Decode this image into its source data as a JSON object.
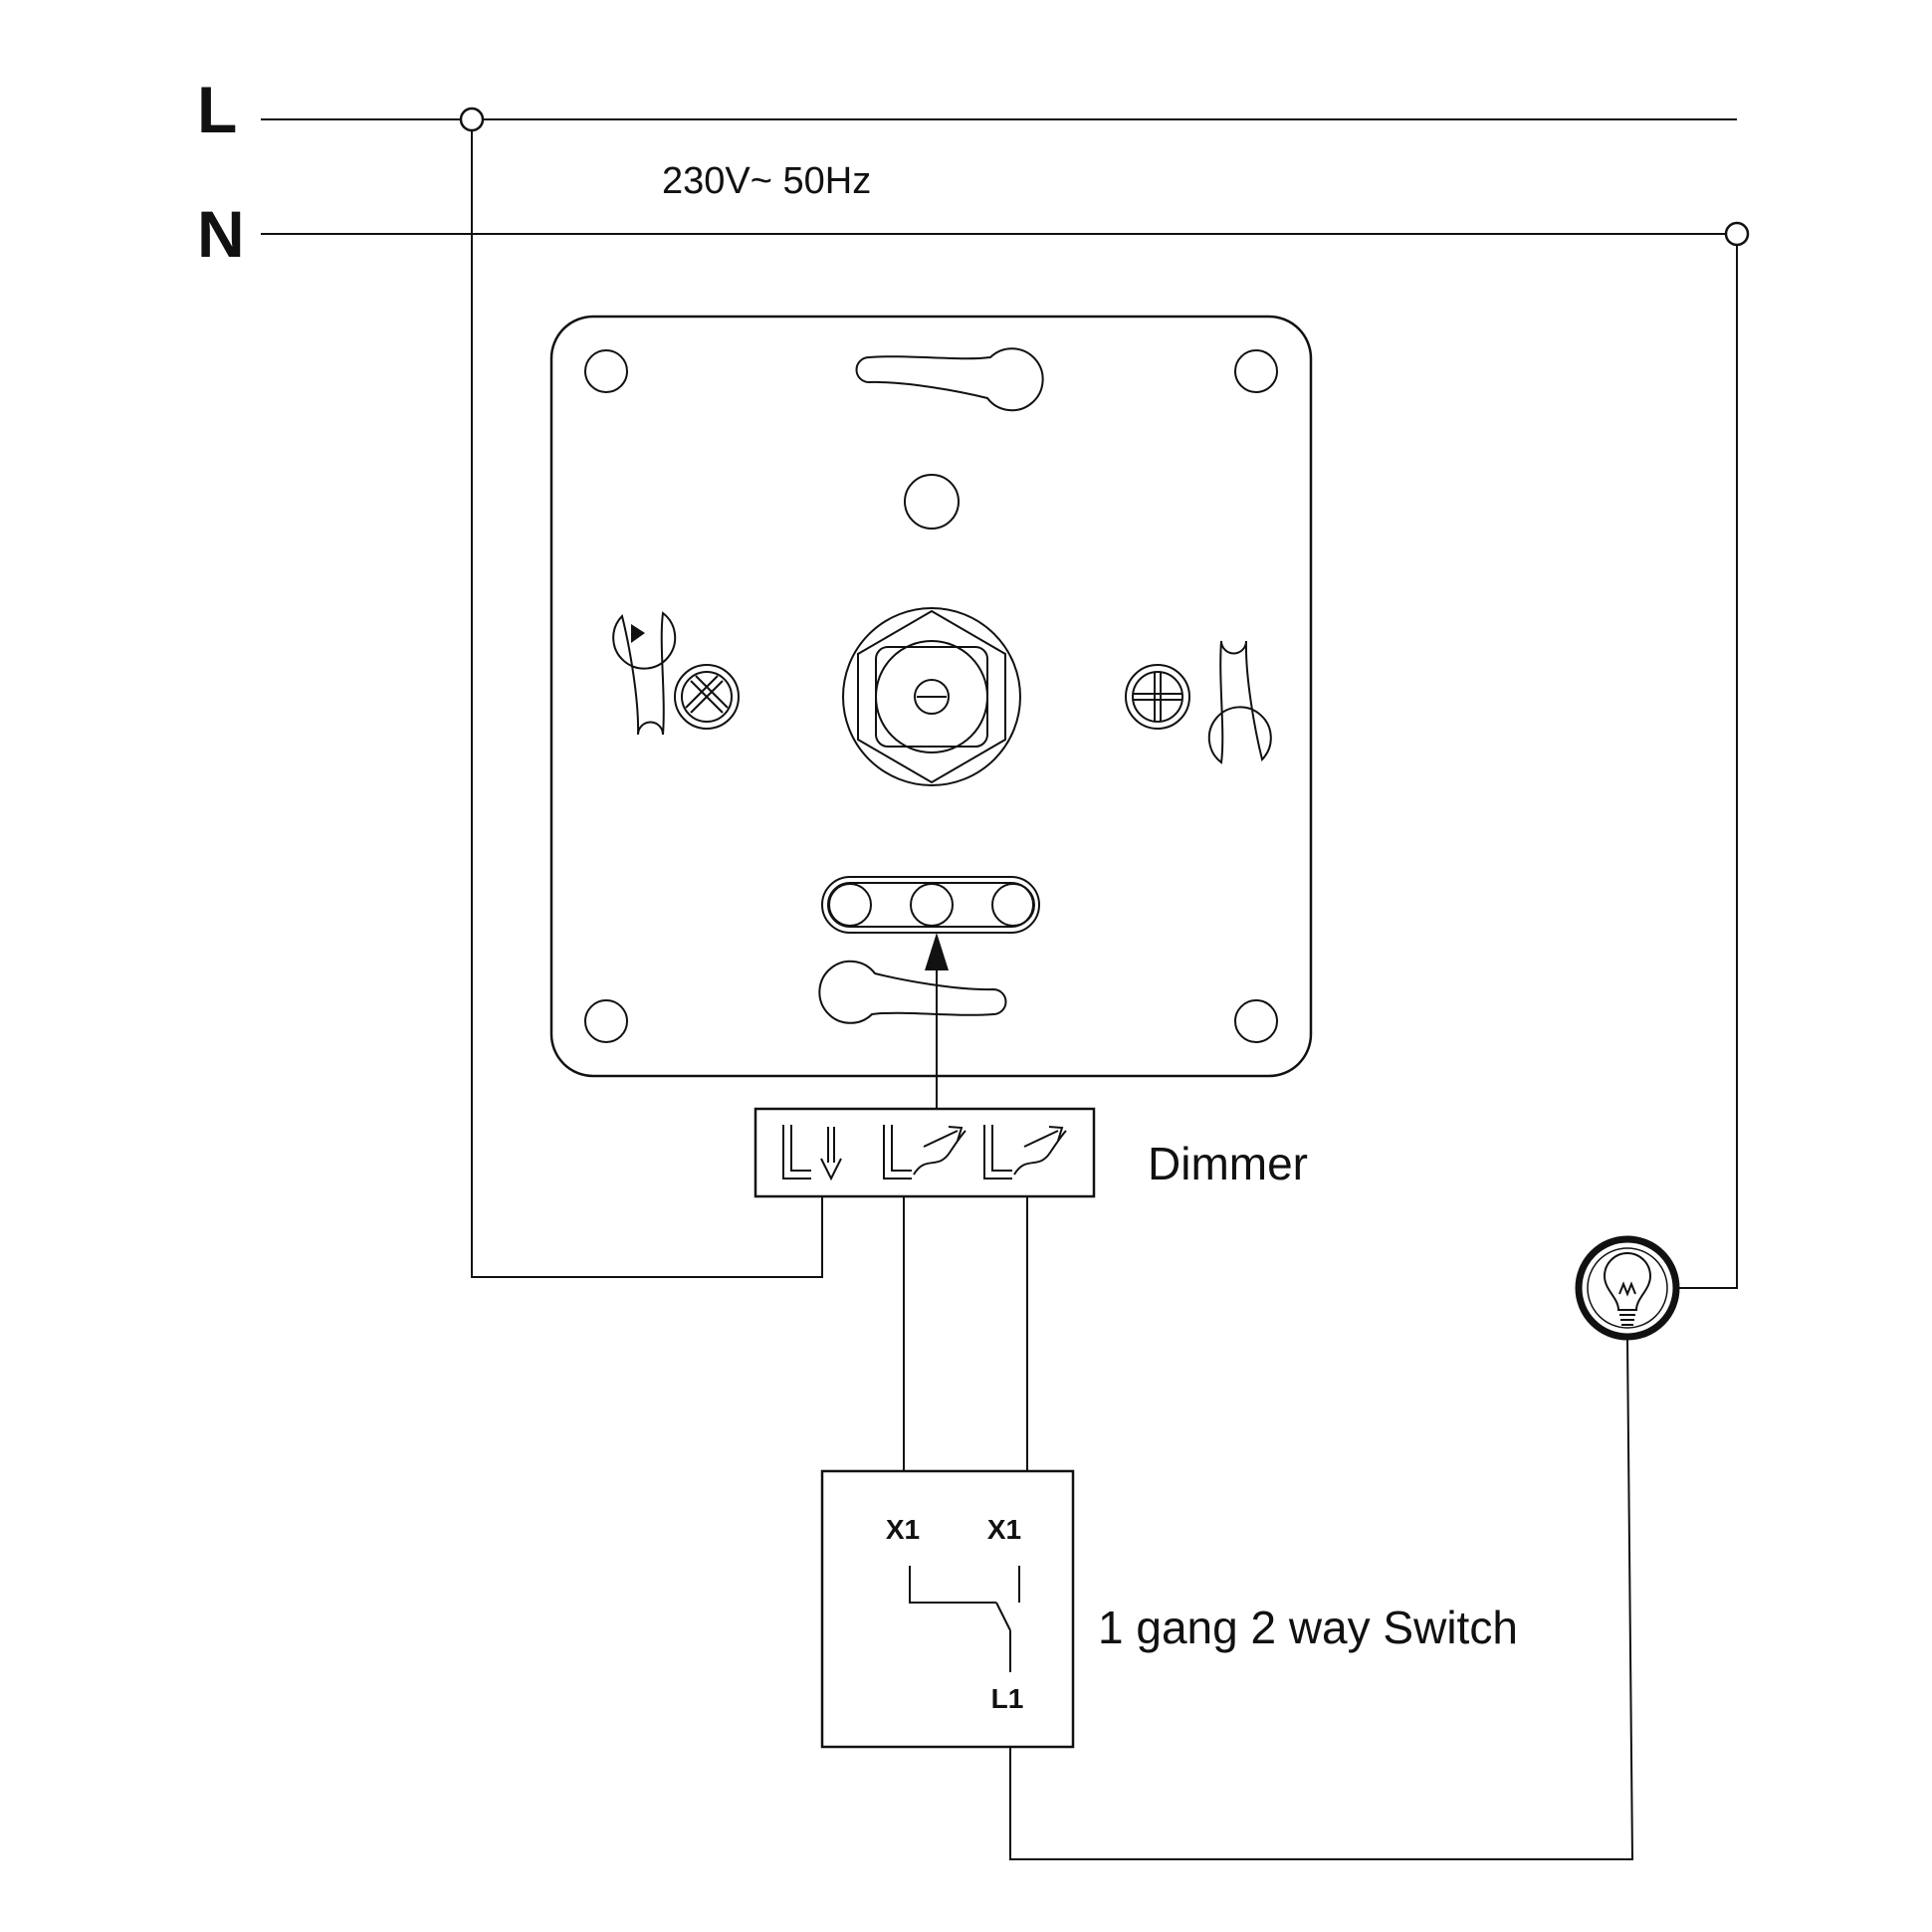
{
  "supply": {
    "line_label": "L",
    "neutral_label": "N",
    "voltage": "230V~ 50Hz"
  },
  "dimmer": {
    "label": "Dimmer"
  },
  "switch": {
    "label": "1 gang 2 way Switch",
    "terminal_x1_left": "X1",
    "terminal_x1_right": "X1",
    "terminal_l1": "L1"
  },
  "colors": {
    "line": "#111111",
    "background": "#ffffff"
  },
  "icons": [
    "lamp-icon",
    "screw-icon",
    "potentiometer-shaft-icon",
    "arrow-up-icon"
  ]
}
